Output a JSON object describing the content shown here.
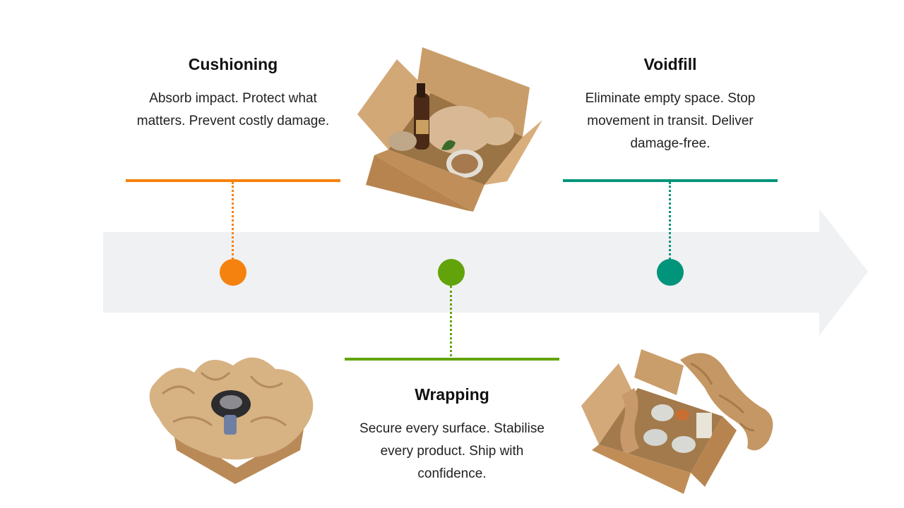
{
  "colors": {
    "cushioning": "#F5820F",
    "wrapping": "#62A30B",
    "voidfill": "#00947A",
    "arrow": "#F0F1F3"
  },
  "stages": [
    {
      "title": "Cushioning",
      "description": "Absorb impact. Protect what matters. Prevent costly damage."
    },
    {
      "title": "Wrapping",
      "description": "Secure every surface. Stabilise every product. Ship with confidence."
    },
    {
      "title": "Voidfill",
      "description": "Eliminate empty space. Stop movement in transit. Deliver damage-free."
    }
  ],
  "images": {
    "box_top": "open-box-with-bottle-and-jars-icon",
    "box_bottom_left": "crumpled-paper-box-with-part-icon",
    "box_bottom_right": "box-with-glasses-and-paper-icon"
  }
}
